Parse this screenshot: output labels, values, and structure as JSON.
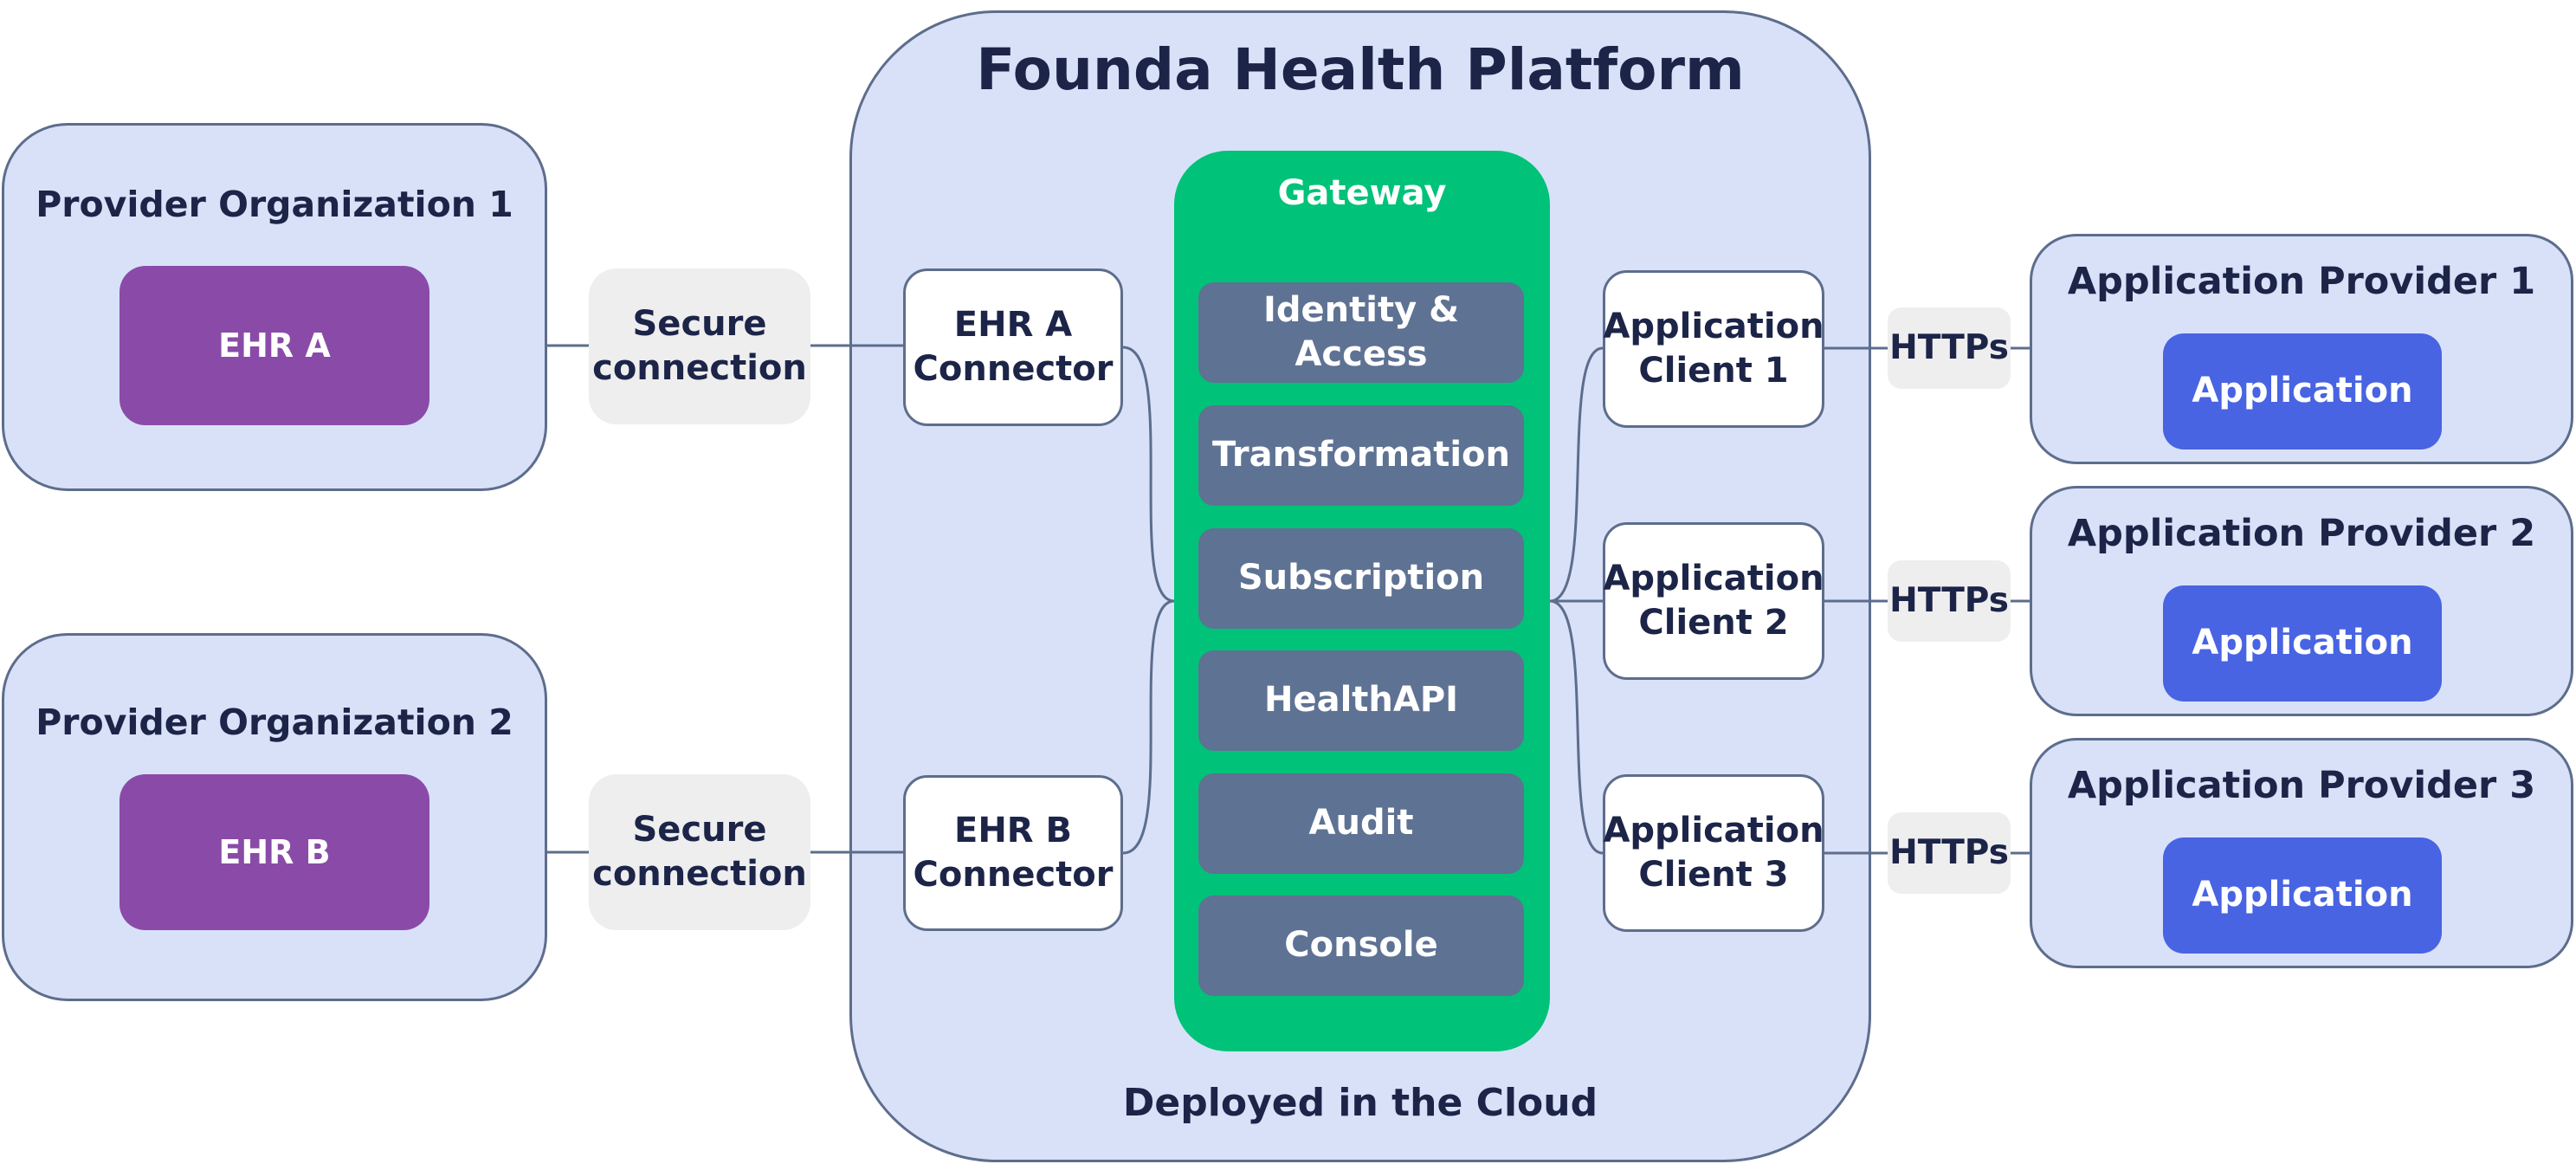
{
  "platform": {
    "title": "Founda Health Platform",
    "footer": "Deployed in the Cloud"
  },
  "providers": [
    {
      "title": "Provider Organization 1",
      "ehr": "EHR A",
      "connection": "Secure connection"
    },
    {
      "title": "Provider Organization 2",
      "ehr": "EHR B",
      "connection": "Secure connection"
    }
  ],
  "connectors": [
    "EHR A Connector",
    "EHR B Connector"
  ],
  "gateway": {
    "title": "Gateway",
    "modules": [
      "Identity & Access",
      "Transformation",
      "Subscription",
      "HealthAPI",
      "Audit",
      "Console"
    ]
  },
  "clients": [
    "Application Client 1",
    "Application Client 2",
    "Application Client 3"
  ],
  "protocols": [
    "HTTPs",
    "HTTPs",
    "HTTPs"
  ],
  "app_providers": [
    {
      "title": "Application Provider 1",
      "app": "Application"
    },
    {
      "title": "Application Provider 2",
      "app": "Application"
    },
    {
      "title": "Application Provider 3",
      "app": "Application"
    }
  ],
  "colors": {
    "container_fill": "#d9e1f9",
    "border": "#5d6d8c",
    "ehr": "#8a4ba8",
    "gateway": "#00c278",
    "module": "#5e7293",
    "application": "#4864e2",
    "label_fill": "#eeeeef"
  }
}
